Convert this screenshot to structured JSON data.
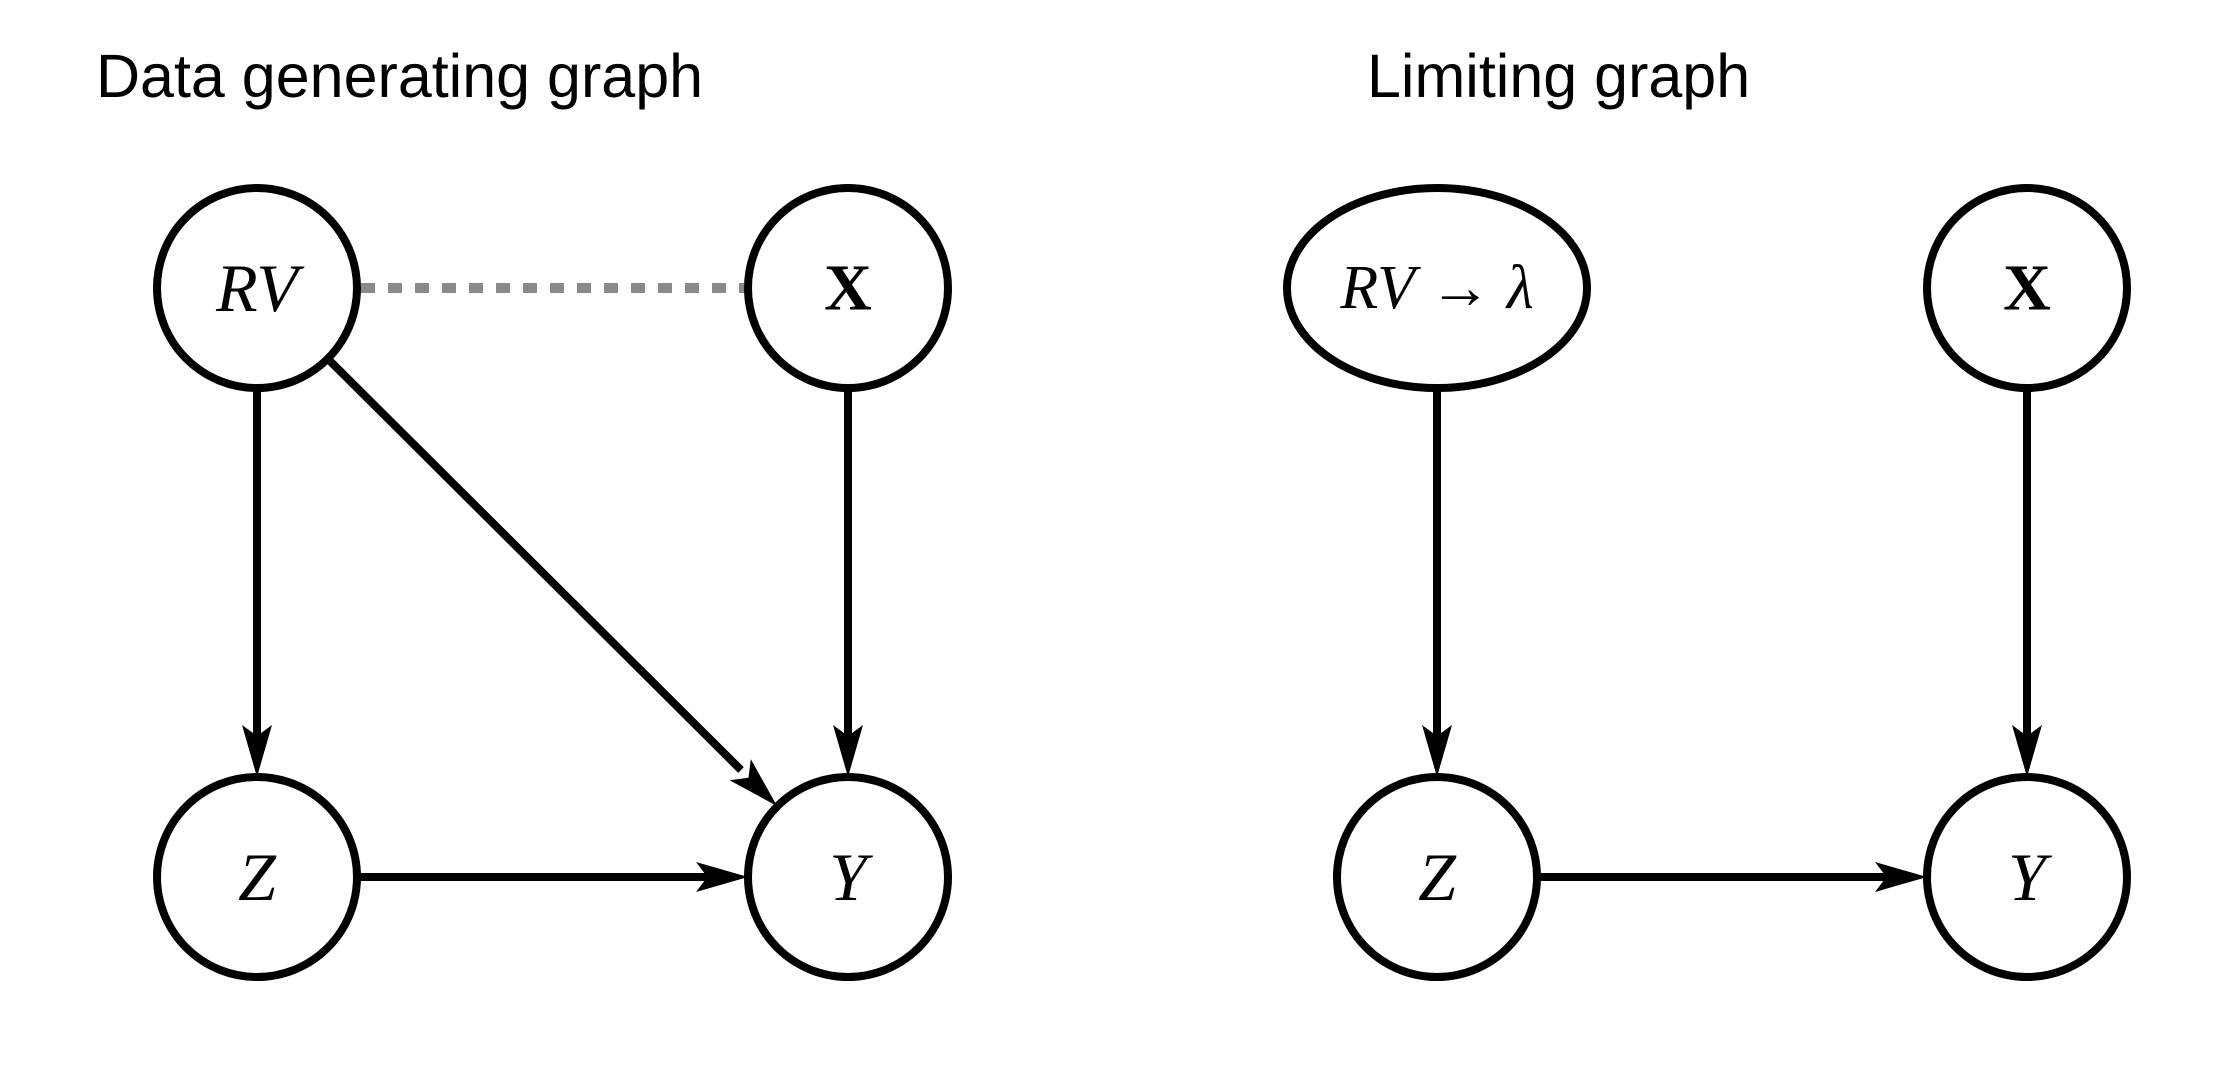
{
  "page": {
    "background": "#ffffff"
  },
  "colors": {
    "node_stroke": "#000000",
    "edge": "#000000",
    "dashed_edge": "#8a8a8a",
    "label": "#000000"
  },
  "left_graph": {
    "title": "Data generating graph",
    "nodes": [
      {
        "id": "RV",
        "label": "RV",
        "shape": "circle"
      },
      {
        "id": "X",
        "label": "X",
        "shape": "circle",
        "bold": true
      },
      {
        "id": "Z",
        "label": "Z",
        "shape": "circle"
      },
      {
        "id": "Y",
        "label": "Y",
        "shape": "circle"
      }
    ],
    "edges": [
      {
        "from": "RV",
        "to": "X",
        "style": "dashed-undirected"
      },
      {
        "from": "RV",
        "to": "Z",
        "style": "arrow"
      },
      {
        "from": "RV",
        "to": "Y",
        "style": "arrow"
      },
      {
        "from": "X",
        "to": "Y",
        "style": "arrow"
      },
      {
        "from": "Z",
        "to": "Y",
        "style": "arrow"
      }
    ]
  },
  "right_graph": {
    "title": "Limiting graph",
    "nodes": [
      {
        "id": "RV-lambda",
        "label": "RV → λ",
        "shape": "ellipse"
      },
      {
        "id": "X",
        "label": "X",
        "shape": "circle",
        "bold": true
      },
      {
        "id": "Z",
        "label": "Z",
        "shape": "circle"
      },
      {
        "id": "Y",
        "label": "Y",
        "shape": "circle"
      }
    ],
    "edges": [
      {
        "from": "RV-lambda",
        "to": "Z",
        "style": "arrow"
      },
      {
        "from": "X",
        "to": "Y",
        "style": "arrow"
      },
      {
        "from": "Z",
        "to": "Y",
        "style": "arrow"
      }
    ]
  }
}
